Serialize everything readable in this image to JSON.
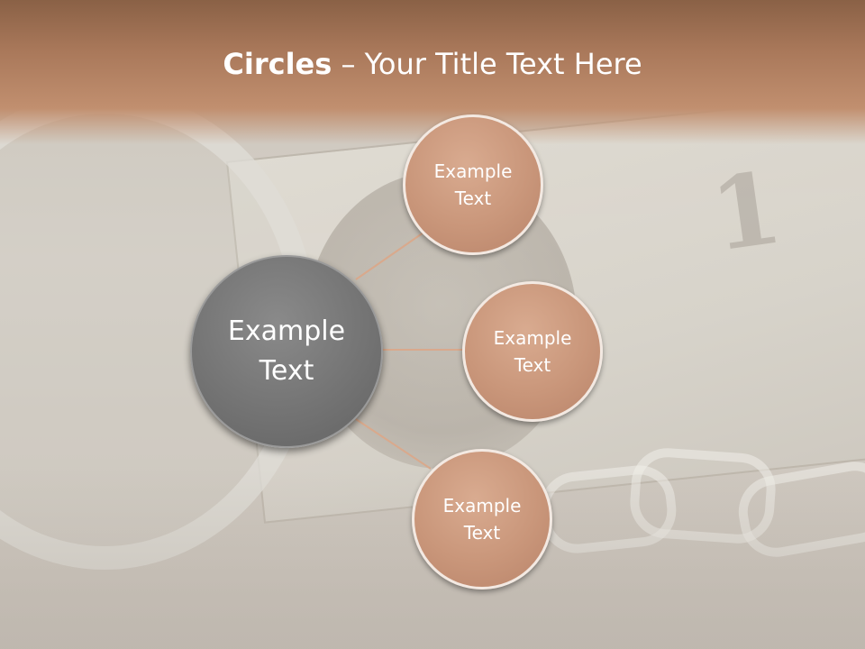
{
  "title": {
    "bold": "Circles",
    "rest": " – Your Title Text Here"
  },
  "diagram": {
    "center": {
      "text": "Example\nText",
      "color": "#757575"
    },
    "satellites": [
      {
        "text": "Example\nText",
        "color": "#c9967a"
      },
      {
        "text": "Example\nText",
        "color": "#c9967a"
      },
      {
        "text": "Example\nText",
        "color": "#c9967a"
      }
    ],
    "connector_color": "#d9a98c"
  }
}
